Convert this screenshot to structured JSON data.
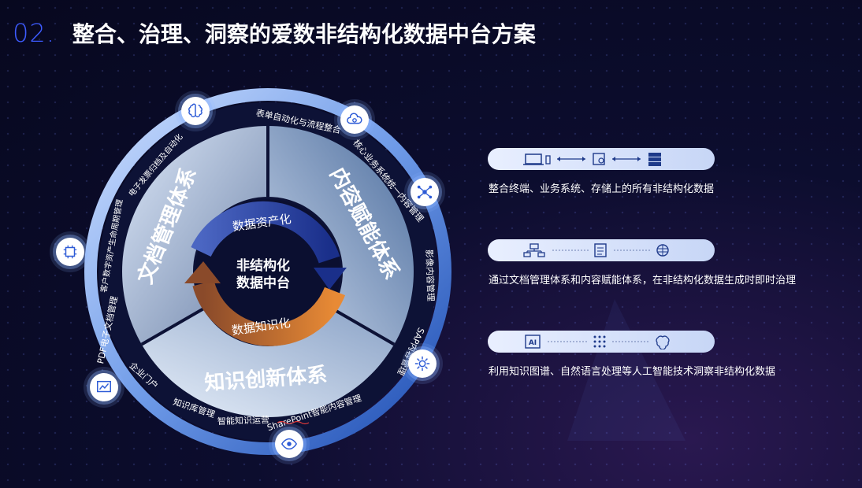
{
  "header": {
    "number": "02.",
    "title": "整合、治理、洞察的爱数非结构化数据中台方案"
  },
  "center": {
    "line1": "非结构化",
    "line2": "数据中台",
    "arrow_top": "数据资产化",
    "arrow_bottom": "数据知识化"
  },
  "segments": {
    "doc": "文档管理体系",
    "content": "内容赋能体系",
    "knowledge": "知识创新体系"
  },
  "outer_labels": {
    "form": "表单自动化与流程整合",
    "core": "核心业务系统统一内容管理",
    "image": "影像内容管理",
    "sap": "SAP内容管理",
    "sharepoint": "SharePoint智能内容管理",
    "smart_ops": "智能知识运营",
    "kb": "知识库管理",
    "enterprise": "企业门户",
    "pdf": "PDF电子文档管理",
    "lifecycle": "客户数字资产生命周期管理",
    "archive": "电子发票归档及自动化"
  },
  "right": {
    "desc1": "整合终端、业务系统、存储上的所有非结构化数据",
    "desc2": "通过文档管理体系和内容赋能体系，在非结构化数据生成时即时治理",
    "desc3": "利用知识图谱、自然语言处理等人工智能技术洞察非结构化数据",
    "ai_label": "AI"
  },
  "icons": [
    "brain-icon",
    "cloud-gear-icon",
    "network-icon",
    "gear-icon",
    "eye-icon",
    "chart-icon",
    "chip-icon"
  ],
  "colors": {
    "accent": "#3d5bff",
    "orange": "#e07a2a",
    "navy": "#1e3a8a"
  }
}
